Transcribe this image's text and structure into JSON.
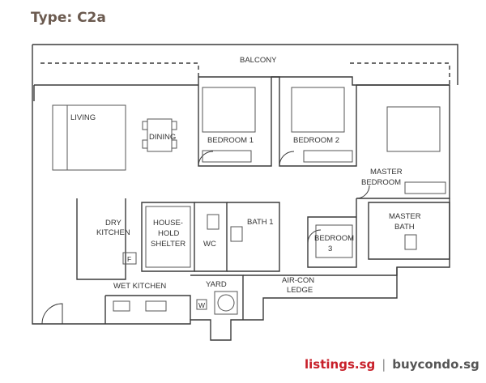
{
  "title": "Type: C2a",
  "rooms": {
    "balcony": "BALCONY",
    "living": "LIVING",
    "dining": "DINING",
    "bedroom1": "BEDROOM 1",
    "bedroom2": "BEDROOM 2",
    "master_bedroom_1": "MASTER",
    "master_bedroom_2": "BEDROOM",
    "dry_kitchen_1": "DRY",
    "dry_kitchen_2": "KITCHEN",
    "shelter_1": "HOUSE-",
    "shelter_2": "HOLD",
    "shelter_3": "SHELTER",
    "wc": "WC",
    "bath1": "BATH 1",
    "bedroom3_1": "BEDROOM",
    "bedroom3_2": "3",
    "master_bath_1": "MASTER",
    "master_bath_2": "BATH",
    "aircon_1": "AIR-CON",
    "aircon_2": "LEDGE",
    "wet_kitchen": "WET KITCHEN",
    "yard": "YARD",
    "f_mark": "F",
    "w_mark": "W"
  },
  "brand": {
    "site1": "listings.sg",
    "separator": "|",
    "site2": "buycondo.sg"
  }
}
